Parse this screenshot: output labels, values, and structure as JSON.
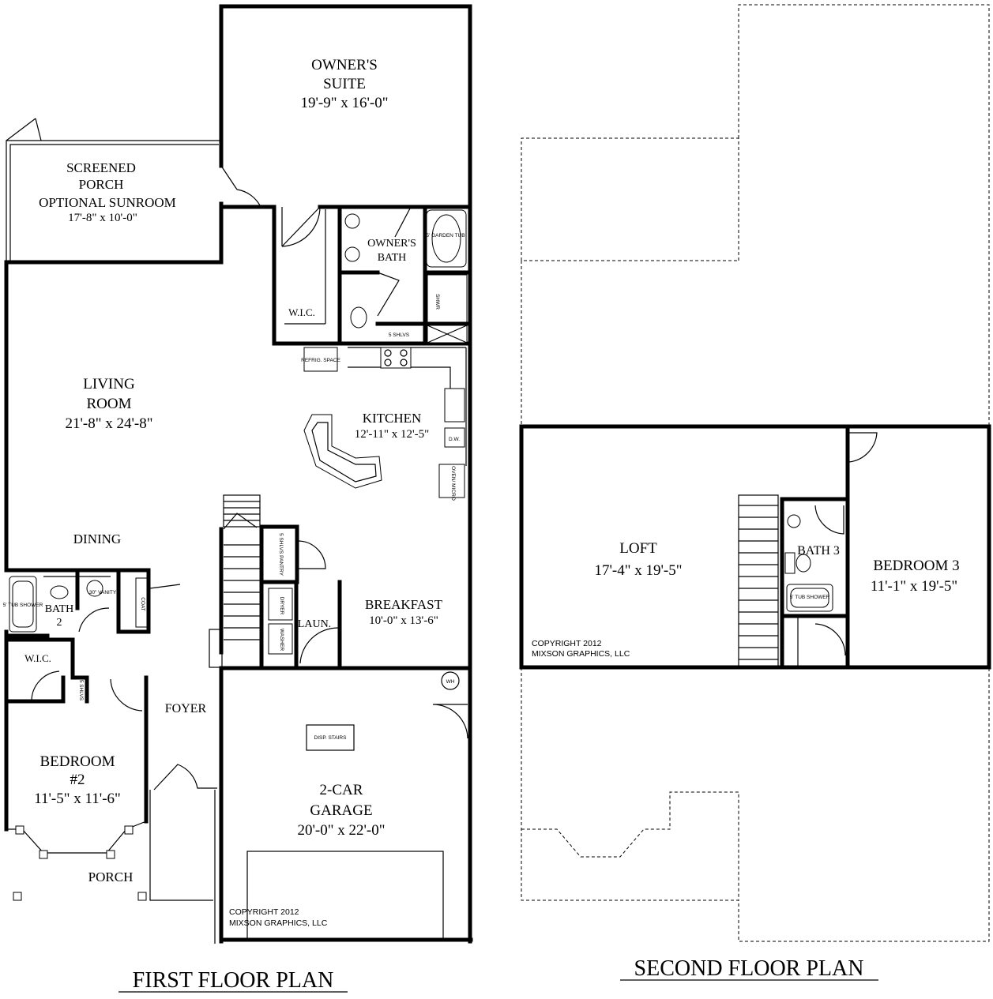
{
  "first_floor": {
    "title": "FIRST FLOOR PLAN",
    "owners_suite": {
      "name_line1": "OWNER'S",
      "name_line2": "SUITE",
      "size": "19'-9\" x 16'-0\""
    },
    "screened_porch": {
      "name_line1": "SCREENED",
      "name_line2": "PORCH",
      "name_line3": "OPTIONAL SUNROOM",
      "size": "17'-8\" x 10'-0\""
    },
    "owners_bath": {
      "name_line1": "OWNER'S",
      "name_line2": "BATH"
    },
    "owners_wic": "W.I.C.",
    "garden_tub": "5' GARDEN TUB",
    "shower": "SHWR",
    "shelves_bath": "5 SHLVS",
    "refrig": "REFRIG. SPACE",
    "living_room": {
      "name_line1": "LIVING",
      "name_line2": "ROOM",
      "size": "21'-8\" x 24'-8\""
    },
    "kitchen": {
      "name": "KITCHEN",
      "size": "12'-11\" x 12'-5\""
    },
    "dw": "D.W.",
    "oven": "OVEN/ MICRO",
    "dining": "DINING",
    "pantry": "5 SHLVS PANTRY",
    "breakfast": {
      "name": "BREAKFAST",
      "size": "10'-0\" x 13'-6\""
    },
    "laundry": "LAUN.",
    "dryer": "DRYER",
    "washer": "WASHER",
    "bath2": {
      "name_line1": "BATH",
      "name_line2": "2"
    },
    "tub_shower": "5' TUB SHOWER",
    "vanity": "30\" VANITY",
    "coat": "COAT",
    "bed2_wic": "W.I.C.",
    "shelves_bed2": "5 SHLVS",
    "foyer": "FOYER",
    "bedroom2": {
      "name_line1": "BEDROOM",
      "name_line2": "#2",
      "size": "11'-5\" x 11'-6\""
    },
    "porch": "PORCH",
    "water_heater": "WH",
    "disp_stairs": "DISP. STAIRS",
    "garage": {
      "name_line1": "2-CAR",
      "name_line2": "GARAGE",
      "size": "20'-0\" x 22'-0\""
    },
    "copyright_line1": "COPYRIGHT 2012",
    "copyright_line2": "MIXSON GRAPHICS, LLC"
  },
  "second_floor": {
    "title": "SECOND FLOOR PLAN",
    "loft": {
      "name": "LOFT",
      "size": "17'-4\" x 19'-5\""
    },
    "bath3": "BATH 3",
    "tub_shower": "5' TUB SHOWER",
    "bedroom3": {
      "name": "BEDROOM 3",
      "size": "11'-1\" x 19'-5\""
    },
    "copyright_line1": "COPYRIGHT 2012",
    "copyright_line2": "MIXSON GRAPHICS, LLC"
  }
}
